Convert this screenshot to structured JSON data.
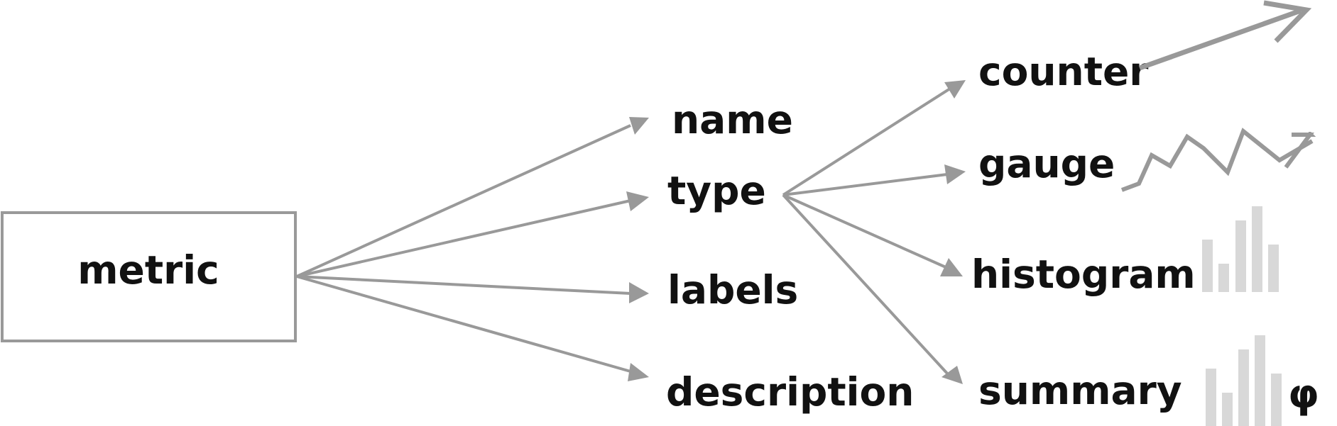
{
  "diagram": {
    "root": "metric",
    "fields": [
      "name",
      "type",
      "labels",
      "description"
    ],
    "types": [
      "counter",
      "gauge",
      "histogram",
      "summary"
    ],
    "summary_symbol": "φ"
  },
  "colors": {
    "line": "#999999",
    "bar": "#d8d8d8",
    "text": "#111111",
    "box_border": "#999999"
  },
  "icons": {
    "counter": "trend-up-arrow-icon",
    "gauge": "zigzag-arrow-icon",
    "histogram": "bar-chart-icon",
    "summary": "bar-chart-with-phi-icon"
  }
}
